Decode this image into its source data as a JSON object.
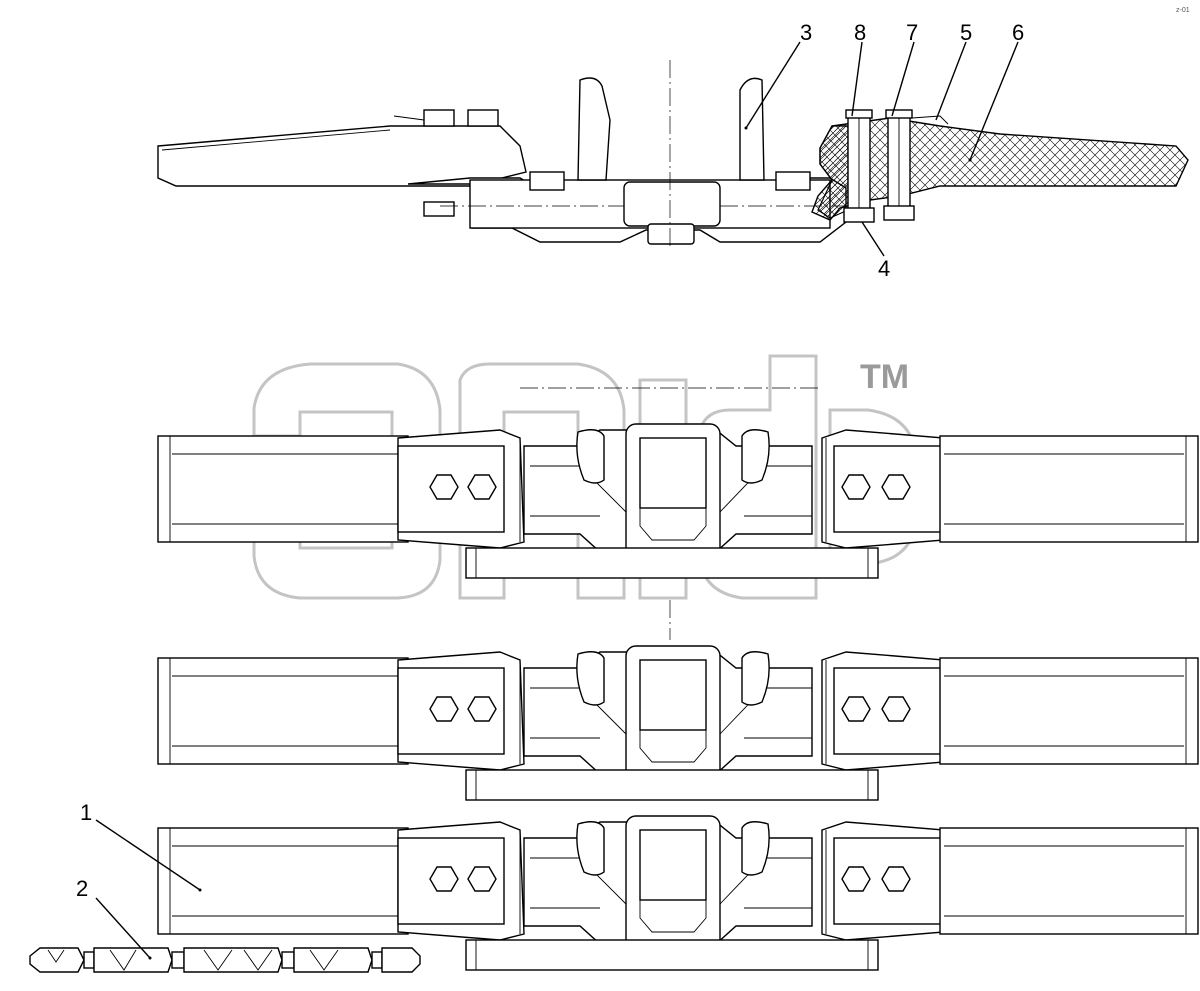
{
  "callouts": [
    {
      "id": "c1",
      "text": "1"
    },
    {
      "id": "c2",
      "text": "2"
    },
    {
      "id": "c3",
      "text": "3"
    },
    {
      "id": "c4",
      "text": "4"
    },
    {
      "id": "c5",
      "text": "5"
    },
    {
      "id": "c6",
      "text": "6"
    },
    {
      "id": "c7",
      "text": "7"
    },
    {
      "id": "c8",
      "text": "8"
    }
  ],
  "watermark": {
    "text": "элгф",
    "trademark": "TM"
  },
  "corner_mark": "z-01"
}
